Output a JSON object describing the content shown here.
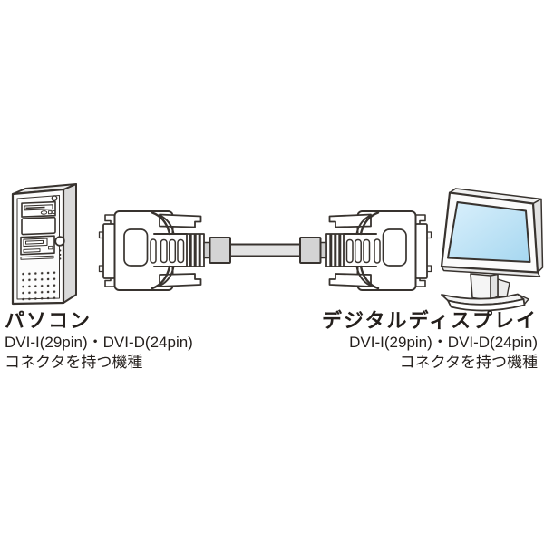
{
  "left_device": {
    "title": "パソコン",
    "line1": "DVI-I(29pin)・DVI-D(24pin)",
    "line2": "コネクタを持つ機種"
  },
  "right_device": {
    "title": "デジタルディスプレイ",
    "line1": "DVI-I(29pin)・DVI-D(24pin)",
    "line2": "コネクタを持つ機種"
  },
  "icons": {
    "computer_tower": "desktop-tower-illustration",
    "cable": "dvi-to-dvi-cable-illustration",
    "monitor": "lcd-monitor-illustration"
  },
  "colors": {
    "background": "#ffffff",
    "outline": "#38332f",
    "text": "#241f1c",
    "screen_light": "#daf0fc",
    "screen_dark": "#a6d7f0",
    "cable_gray": "#e3e3e3",
    "ferrite_gray": "#d4d4d4",
    "link_gray": "#cfcfcf",
    "tower_front": "#fcfcfc",
    "tower_side": "#dadada",
    "tower_top": "#ececec",
    "monitor_side": "#e2e2e2"
  }
}
